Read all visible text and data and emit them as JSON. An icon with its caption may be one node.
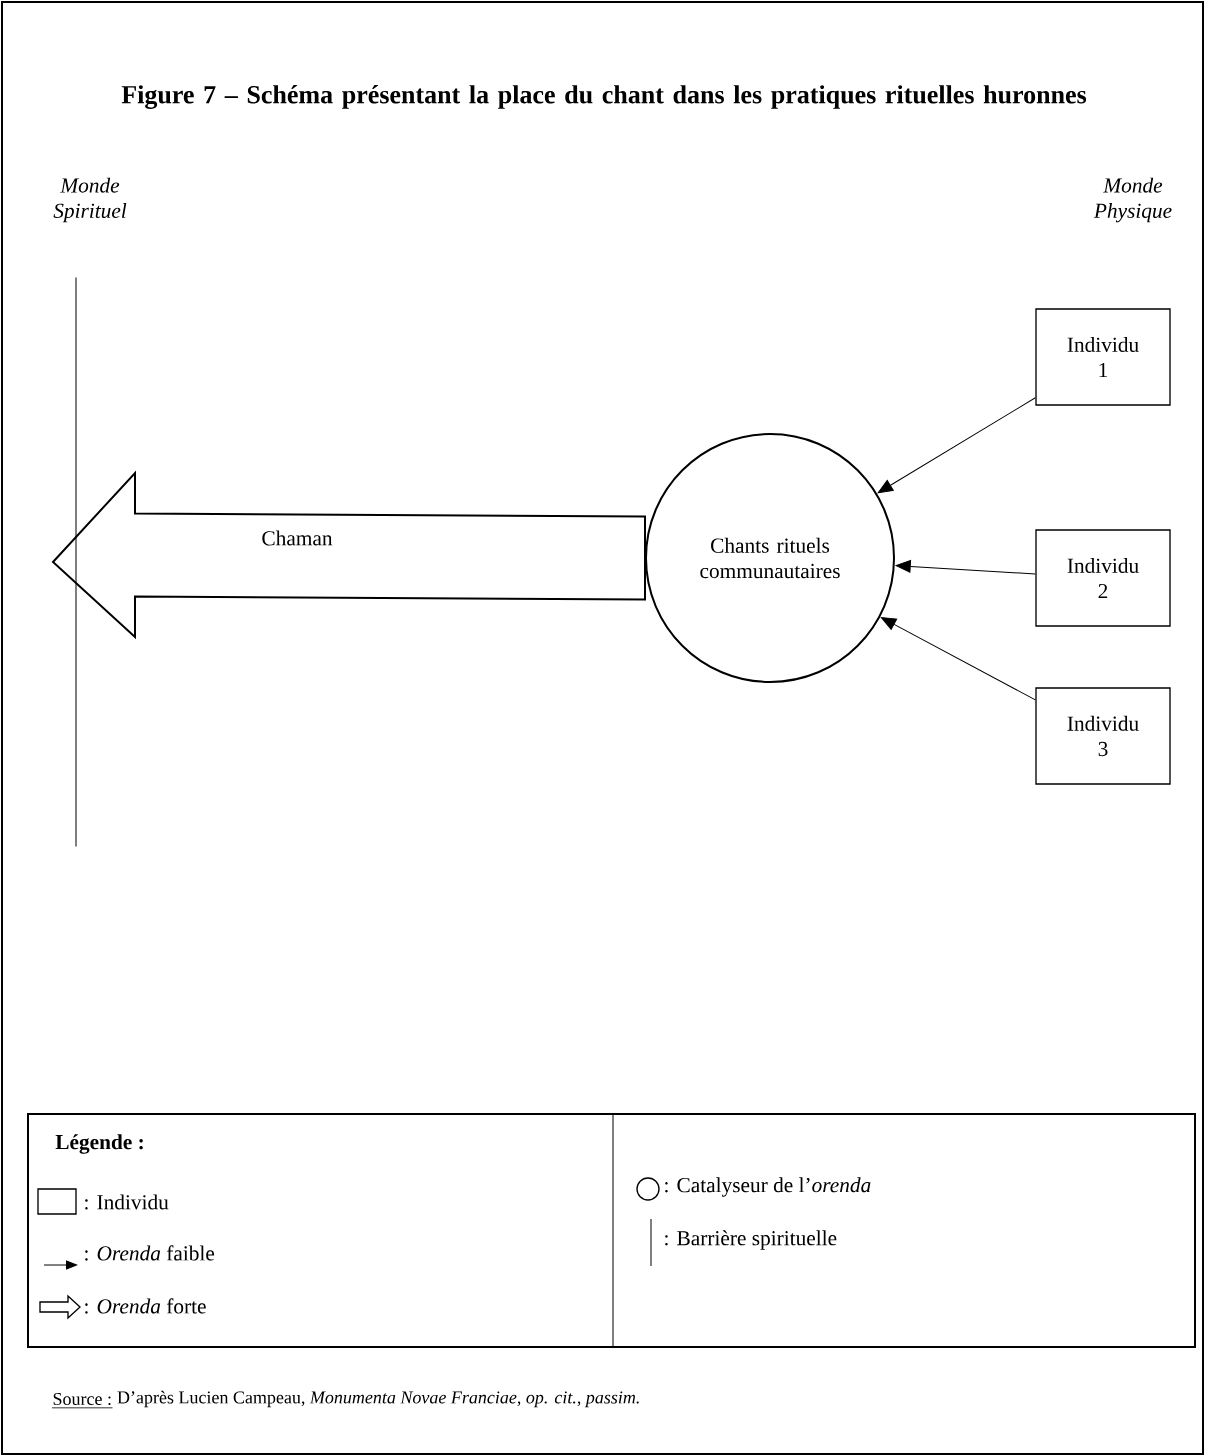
{
  "diagram": {
    "title": "Figure 7 – Schéma présentant la place du chant dans les pratiques rituelles huronnes",
    "nodes": [
      {
        "text": [],
        "shape": "bar"
      },
      {
        "text": [
          "Chants rituels communautaires"
        ]
      },
      {
        "text": [
          "Individu 1"
        ]
      },
      {
        "text": [
          "Individu 2"
        ]
      },
      {
        "text": [
          "Individu 3"
        ]
      }
    ],
    "edges": [
      {
        "from": 2,
        "to": 1,
        "arrow": "to"
      },
      {
        "from": 3,
        "to": 1,
        "arrow": "to"
      },
      {
        "from": 4,
        "to": 1,
        "arrow": "to"
      },
      {
        "from": 1,
        "to": 0,
        "arrow": "to",
        "label": "Chaman",
        "style": "thick"
      }
    ],
    "labels": [
      "Monde Spirituel",
      "Monde Physique",
      "Légende :",
      "Source :",
      "D’après Lucien Campeau, *Monumenta Novae Franciae, op. cit., passim.*"
    ],
    "legend": [
      {
        "text": ": Individu"
      },
      {
        "text": ": *Orenda* faible"
      },
      {
        "text": ": *Orenda* forte"
      },
      {
        "text": ": Catalyseur de l’*orenda*"
      },
      {
        "text": ": Barrière spirituelle"
      }
    ]
  }
}
